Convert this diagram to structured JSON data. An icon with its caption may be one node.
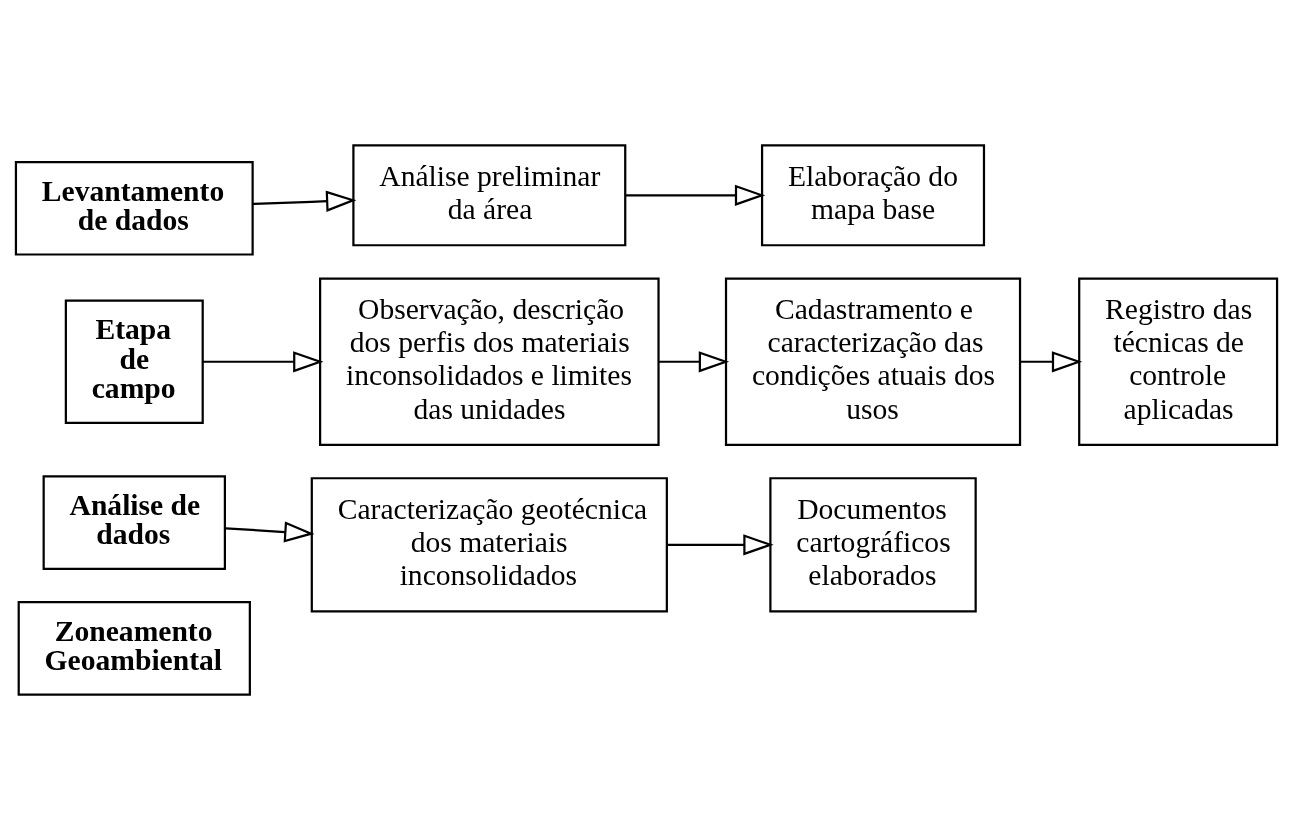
{
  "diagram": {
    "nodes": [
      {
        "text": [
          "Levantamento de dados"
        ]
      },
      {
        "text": [
          "Análise preliminar da área"
        ]
      },
      {
        "text": [
          "Elaboração do mapa base"
        ]
      },
      {
        "text": [
          "Etapa de campo"
        ]
      },
      {
        "text": [
          "Observação, descrição dos perfis dos materiais inconsolidados e limites das unidades"
        ]
      },
      {
        "text": [
          "Cadastramento e caracterização das condições atuais dos usos"
        ]
      },
      {
        "text": [
          "Registro das técnicas de controle aplicadas"
        ]
      },
      {
        "text": [
          "Análise de dados"
        ]
      },
      {
        "text": [
          "Caracterização geotécnica dos materiais inconsolidados"
        ]
      },
      {
        "text": [
          "Documentos cartográficos elaborados"
        ]
      },
      {
        "text": [
          "Zoneamento Geoambiental"
        ]
      }
    ],
    "edges": [
      {
        "from": 0,
        "to": 1,
        "arrow": "to"
      },
      {
        "from": 1,
        "to": 2,
        "arrow": "to"
      },
      {
        "from": 3,
        "to": 4,
        "arrow": "to"
      },
      {
        "from": 4,
        "to": 5,
        "arrow": "to"
      },
      {
        "from": 5,
        "to": 6,
        "arrow": "to"
      },
      {
        "from": 7,
        "to": 8,
        "arrow": "to"
      },
      {
        "from": 8,
        "to": 9,
        "arrow": "to"
      }
    ]
  }
}
